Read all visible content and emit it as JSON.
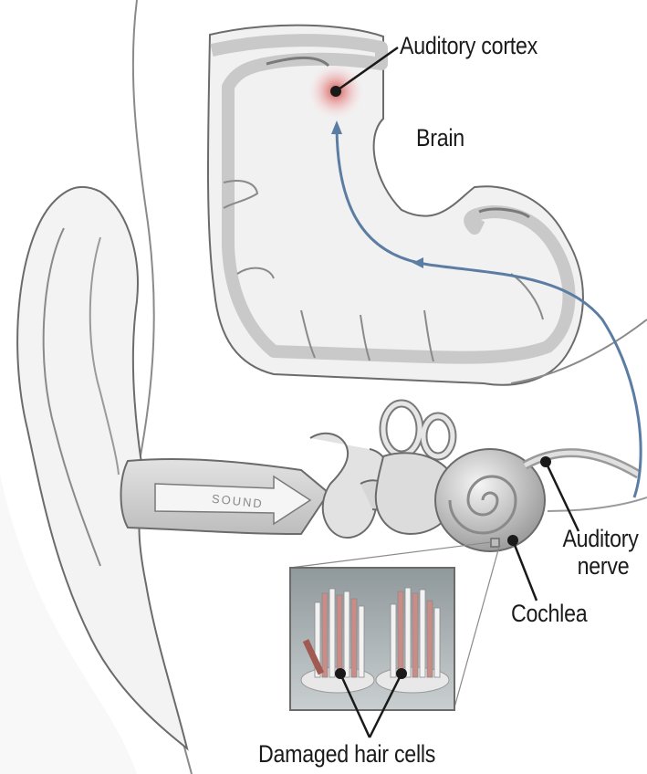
{
  "labels": {
    "auditory_cortex": "Auditory cortex",
    "brain": "Brain",
    "auditory_nerve_line1": "Auditory",
    "auditory_nerve_line2": "nerve",
    "cochlea": "Cochlea",
    "damaged_hair_cells": "Damaged hair cells",
    "sound": "SOUND"
  },
  "colors": {
    "outline": "#6b6b6b",
    "fill_light": "#eeeeee",
    "fill_mid": "#d2d2d2",
    "nerve_path": "#5c7da3",
    "cortex_glow": "#d9534f",
    "hair_cell_damaged": "#c98c86",
    "hair_cell_healthy": "#f2f2f2",
    "inset_bg": "#9aa3a6"
  },
  "icons": {
    "arrow": "sound-arrow-icon",
    "glow": "cortex-glow-icon"
  }
}
